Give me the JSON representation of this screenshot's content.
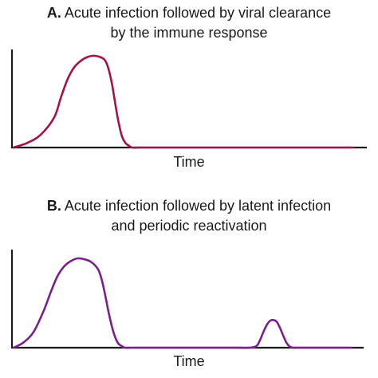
{
  "chart_data": [
    {
      "type": "line",
      "title_letter": "A.",
      "title_line1": "Acute infection followed by viral clearance",
      "title_line2": "by the immune response",
      "xlabel": "Time",
      "ylabel": "",
      "grid": false,
      "legend": "none",
      "color": "#a3134a",
      "series": [
        {
          "x": [
            0,
            4,
            8,
            12,
            14,
            16,
            18,
            20,
            22,
            24,
            26,
            27,
            28,
            29,
            30,
            31,
            32,
            33,
            34,
            35,
            37,
            40,
            44,
            50,
            60,
            70,
            80,
            90,
            100
          ],
          "values": [
            0,
            0.05,
            0.14,
            0.33,
            0.55,
            0.75,
            0.88,
            0.95,
            0.99,
            1.0,
            0.98,
            0.95,
            0.86,
            0.7,
            0.48,
            0.27,
            0.12,
            0.05,
            0.02,
            0,
            0,
            0,
            0,
            0,
            0,
            0,
            0,
            0,
            0
          ]
        }
      ]
    },
    {
      "type": "line",
      "title_letter": "B.",
      "title_line1": "Acute infection followed by latent infection",
      "title_line2": "and periodic reactivation",
      "xlabel": "Time",
      "ylabel": "",
      "grid": false,
      "legend": "none",
      "color": "#7b1f8c",
      "series": [
        {
          "x": [
            0,
            3,
            6,
            9,
            11,
            13,
            15,
            17,
            19,
            21,
            23,
            25,
            26,
            27,
            28,
            29,
            30,
            31,
            32,
            33,
            35,
            38,
            45,
            55,
            65,
            70,
            72,
            73,
            74,
            75,
            76,
            77,
            78,
            79,
            80,
            81,
            82,
            83,
            84,
            86,
            90,
            100
          ],
          "values": [
            0,
            0.06,
            0.18,
            0.42,
            0.62,
            0.8,
            0.91,
            0.97,
            1.0,
            0.99,
            0.96,
            0.88,
            0.78,
            0.62,
            0.43,
            0.26,
            0.13,
            0.05,
            0.02,
            0,
            0,
            0,
            0,
            0,
            0,
            0,
            0.02,
            0.08,
            0.17,
            0.25,
            0.3,
            0.31,
            0.29,
            0.22,
            0.13,
            0.05,
            0.01,
            0,
            0,
            0,
            0,
            0
          ]
        }
      ]
    }
  ]
}
